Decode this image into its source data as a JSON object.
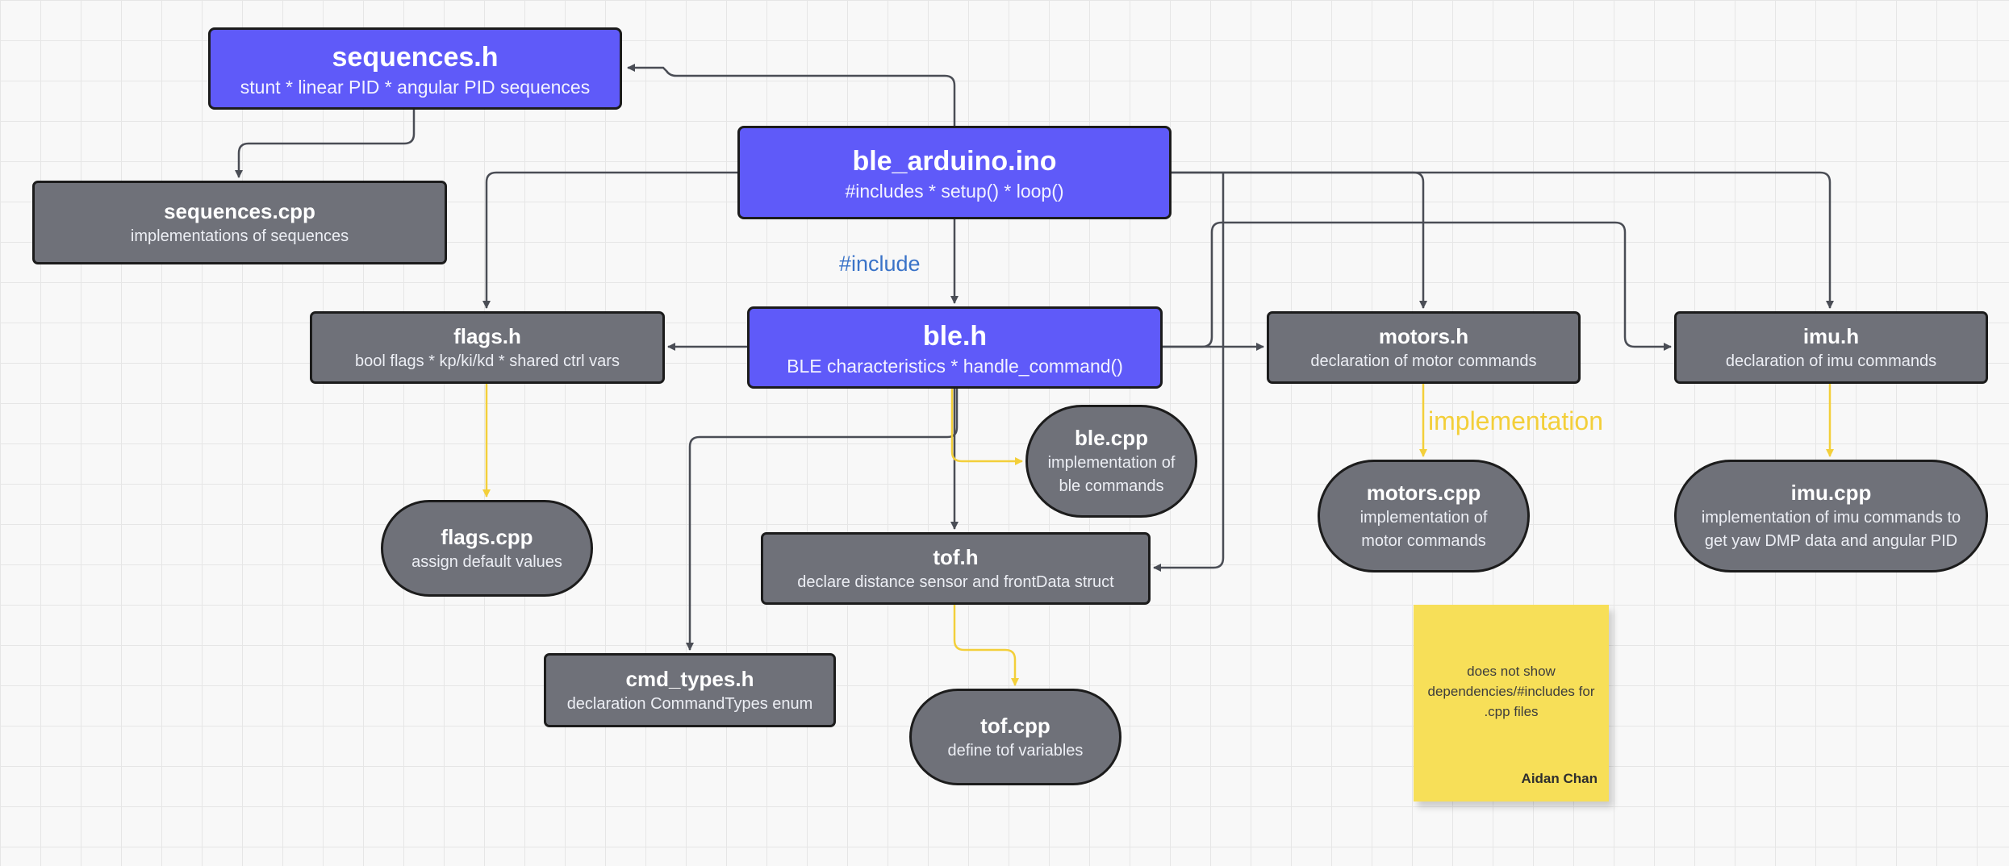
{
  "colors": {
    "header_node": "#5f5af9",
    "module_node": "#6f7179",
    "edge_include": "#4a4d55",
    "edge_implementation": "#f3cf3a",
    "label_include": "#3a73c8",
    "sticky_note": "#f7df58",
    "canvas": "#f8f8f8"
  },
  "nodes": {
    "sequences_h": {
      "title": "sequences.h",
      "desc": "stunt * linear PID * angular PID sequences"
    },
    "sequences_cpp": {
      "title": "sequences.cpp",
      "desc": "implementations of sequences"
    },
    "ble_arduino": {
      "title": "ble_arduino.ino",
      "desc": "#includes * setup() * loop()"
    },
    "flags_h": {
      "title": "flags.h",
      "desc": "bool flags * kp/ki/kd * shared ctrl vars"
    },
    "ble_h": {
      "title": "ble.h",
      "desc": "BLE characteristics * handle_command()"
    },
    "motors_h": {
      "title": "motors.h",
      "desc": "declaration of motor commands"
    },
    "imu_h": {
      "title": "imu.h",
      "desc": "declaration of imu commands"
    },
    "flags_cpp": {
      "title": "flags.cpp",
      "desc": "assign default values"
    },
    "ble_cpp": {
      "title": "ble.cpp",
      "desc": "implementation of ble commands"
    },
    "motors_cpp": {
      "title": "motors.cpp",
      "desc": "implementation of motor commands"
    },
    "imu_cpp": {
      "title": "imu.cpp",
      "desc": "implementation of imu commands to get yaw DMP data and angular PID"
    },
    "tof_h": {
      "title": "tof.h",
      "desc": "declare distance sensor and frontData struct"
    },
    "cmd_types_h": {
      "title": "cmd_types.h",
      "desc": "declaration CommandTypes enum"
    },
    "tof_cpp": {
      "title": "tof.cpp",
      "desc": "define tof variables"
    }
  },
  "edge_labels": {
    "include": "#include",
    "implementation": "implementation"
  },
  "sticky": {
    "text": "does not show dependencies/#includes for .cpp files",
    "author": "Aidan Chan"
  }
}
